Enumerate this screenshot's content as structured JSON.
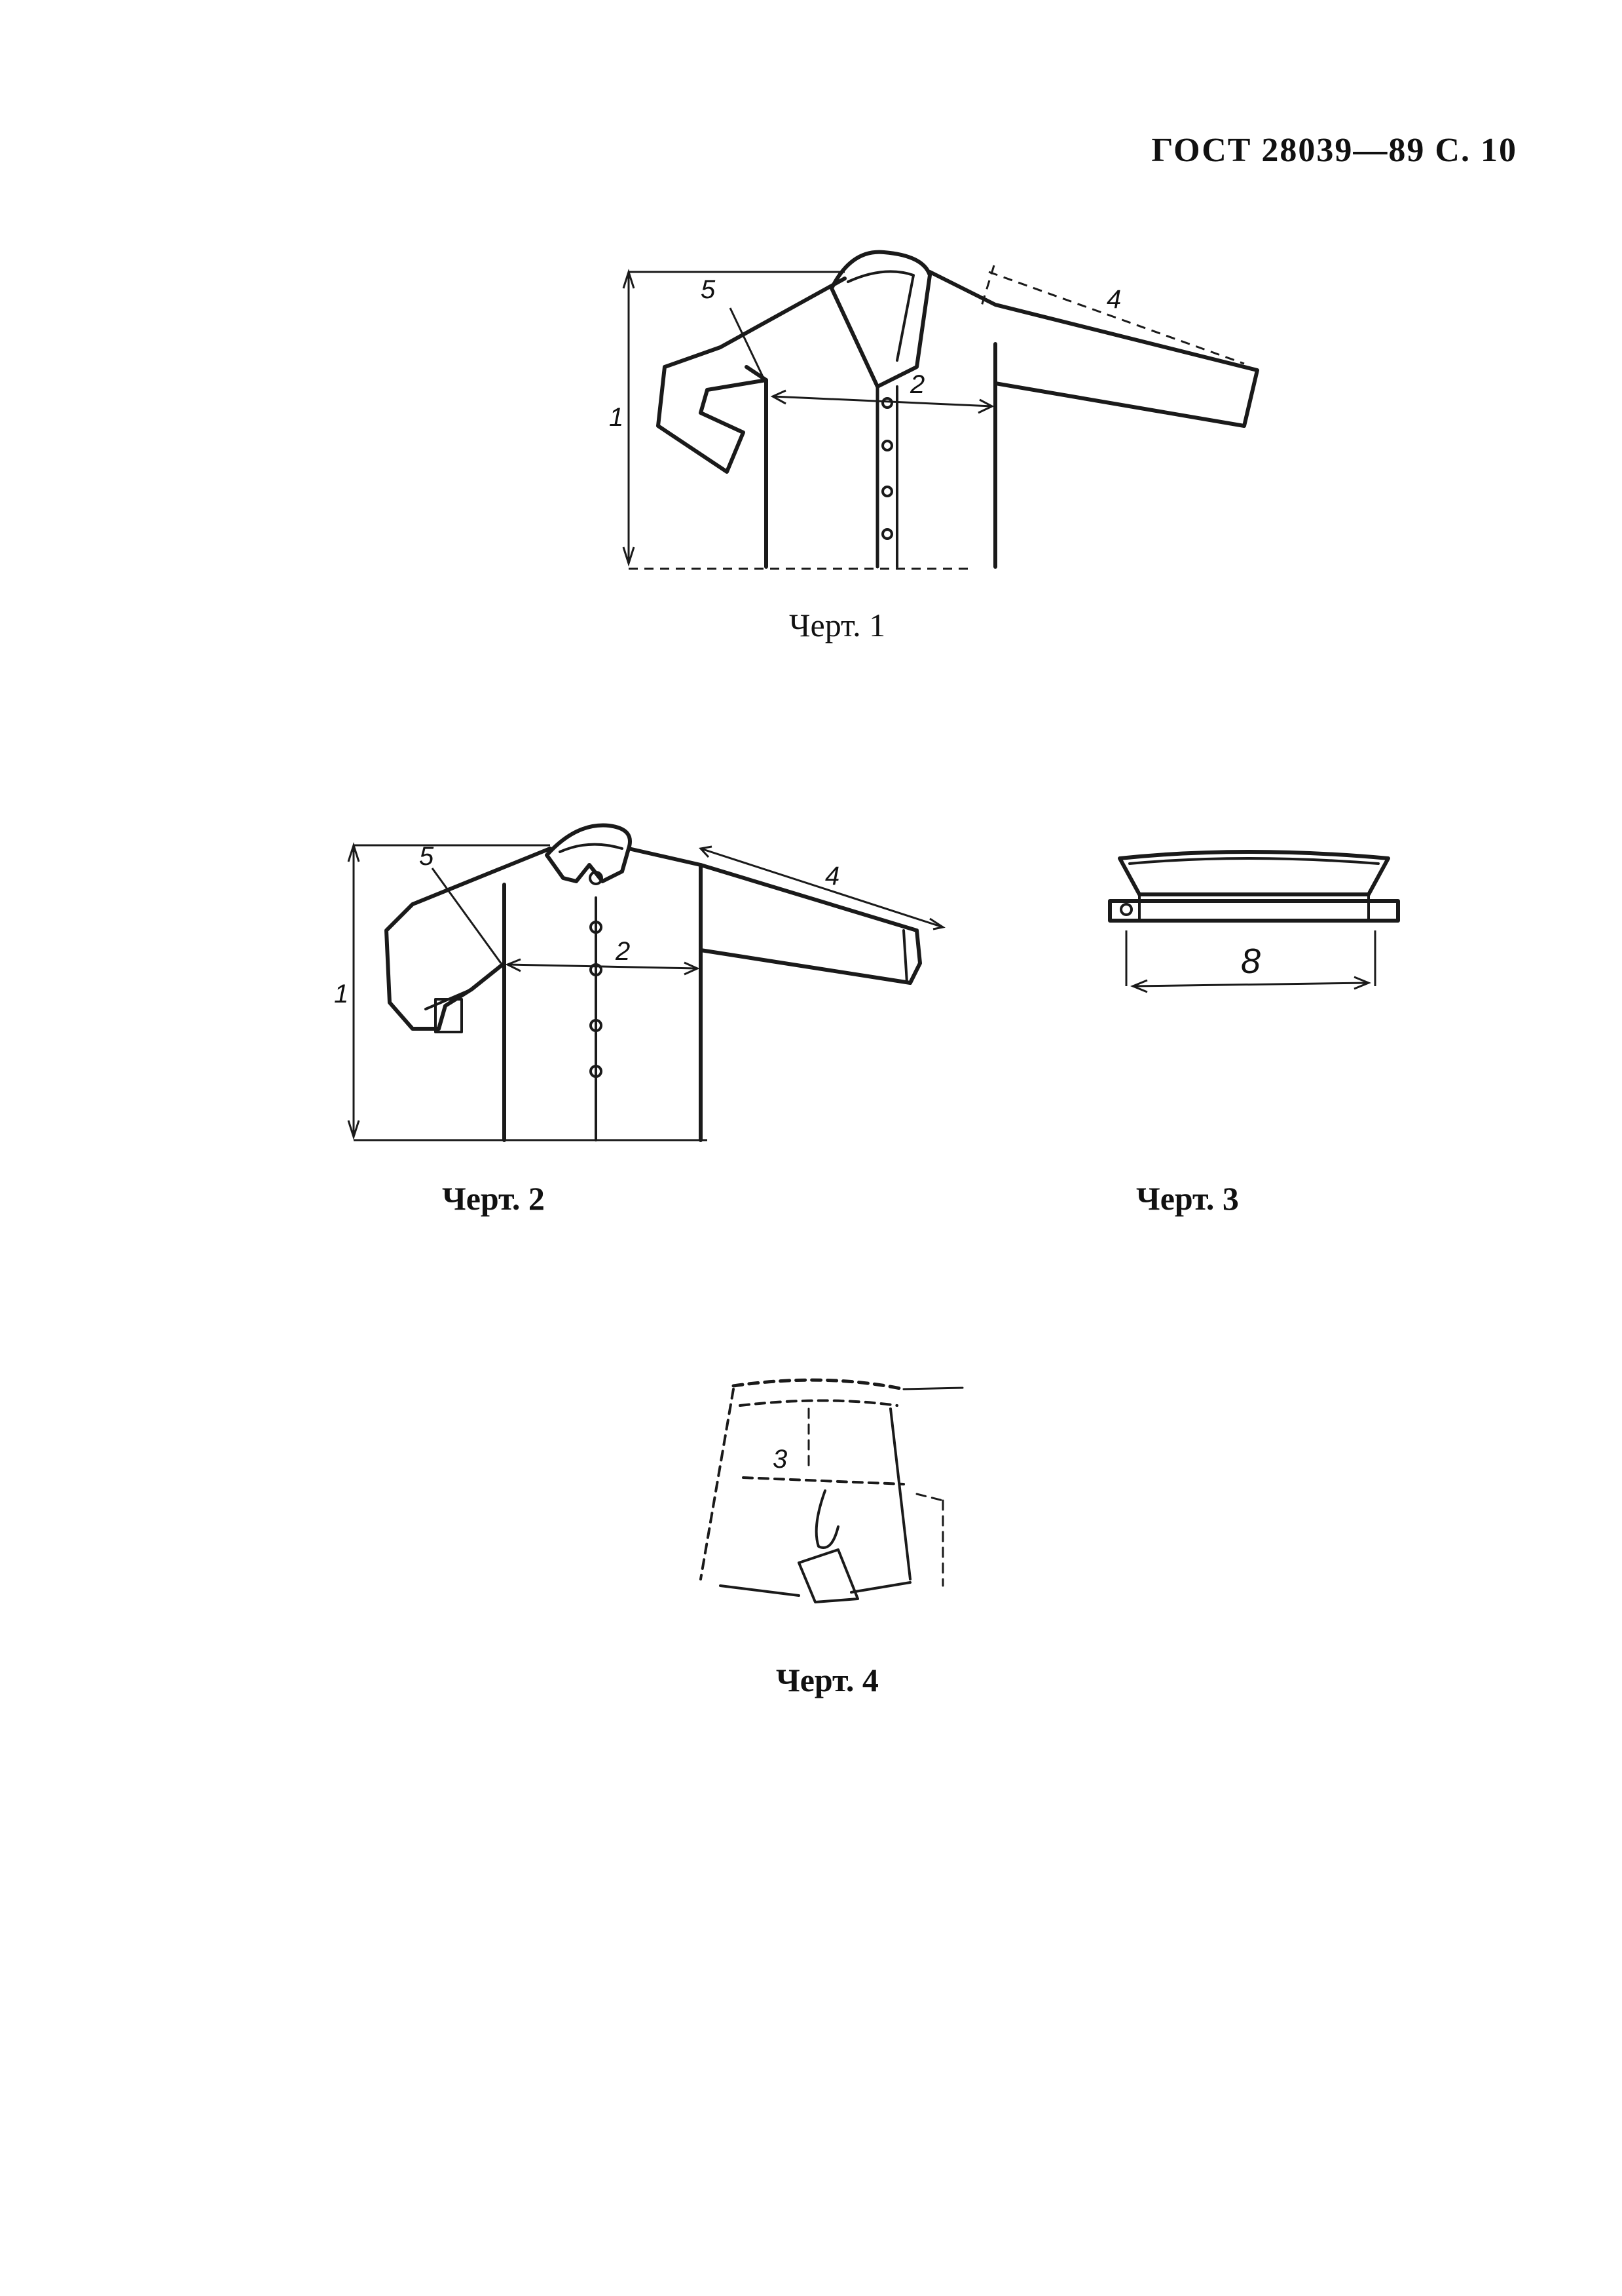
{
  "header": {
    "text": "ГОСТ 28039—89 С. 10"
  },
  "figures": [
    {
      "caption": "Черт. 1",
      "labels": {
        "height": "1",
        "chest": "2",
        "sleeve": "4",
        "armhole": "5"
      }
    },
    {
      "caption": "Черт. 2",
      "labels": {
        "height": "1",
        "chest": "2",
        "sleeve": "4",
        "armhole": "5"
      }
    },
    {
      "caption": "Черт. 3",
      "labels": {
        "width": "8"
      }
    },
    {
      "caption": "Черт. 4",
      "labels": {
        "waist": "3"
      }
    }
  ]
}
